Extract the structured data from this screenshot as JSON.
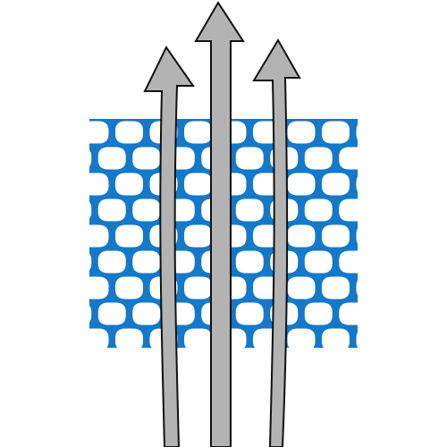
{
  "colors": {
    "background": "#ffffff",
    "mesh": "#1479c9",
    "arrow_fill": "#b3b3b3",
    "arrow_stroke": "#111111"
  },
  "icons": {
    "mesh": "mesh-fabric-icon",
    "arrow": "airflow-arrow-icon"
  },
  "figure": {
    "mesh_count": 1,
    "arrow_count": 3,
    "arrow_direction": "up"
  }
}
